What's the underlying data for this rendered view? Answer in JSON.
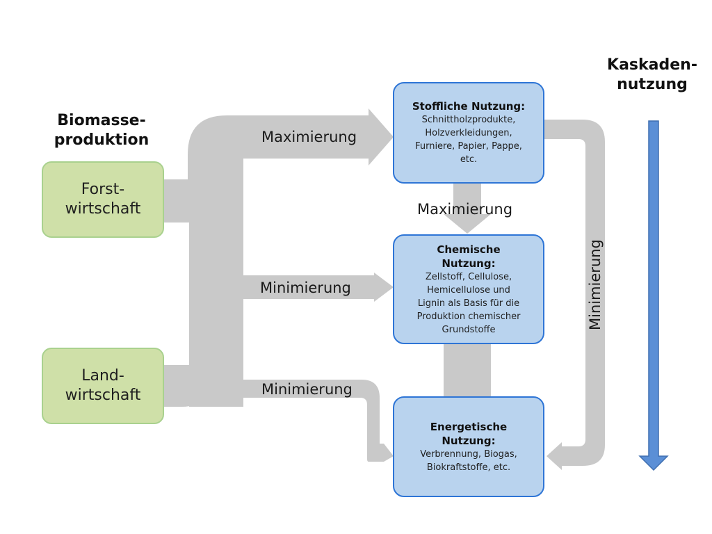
{
  "headings": {
    "biomass_production": "Biomasse-\nproduktion",
    "cascade_use": "Kaskaden-\nnutzung"
  },
  "sources": {
    "forestry": "Forst-\nwirtschaft",
    "agriculture": "Land-\nwirtschaft"
  },
  "uses": {
    "material": {
      "title": "Stoffliche Nutzung:",
      "description": "Schnittholzprodukte,\nHolzverkleidungen,\nFurniere, Papier, Pappe,\netc."
    },
    "chemical": {
      "title": "Chemische\nNutzung:",
      "description": "Zellstoff, Cellulose,\nHemicellulose und\nLignin als Basis für die\nProduktion chemischer\nGrundstoffe"
    },
    "energy": {
      "title": "Energetische\nNutzung:",
      "description": "Verbrennung, Biogas,\nBiokraftstoffe, etc."
    }
  },
  "flow_labels": {
    "to_material": "Maximierung",
    "material_to_chemical": "Maximierung",
    "to_chemical": "Minimierung",
    "to_energy": "Minimierung",
    "material_to_energy": "Minimierung"
  },
  "colors": {
    "flow_gray": "#c9c9c9",
    "source_fill": "#cfe0a8",
    "source_border": "#a9d18e",
    "use_fill": "#b9d3ee",
    "use_border": "#2e75d6",
    "cascade_arrow": "#5b8fd6"
  }
}
